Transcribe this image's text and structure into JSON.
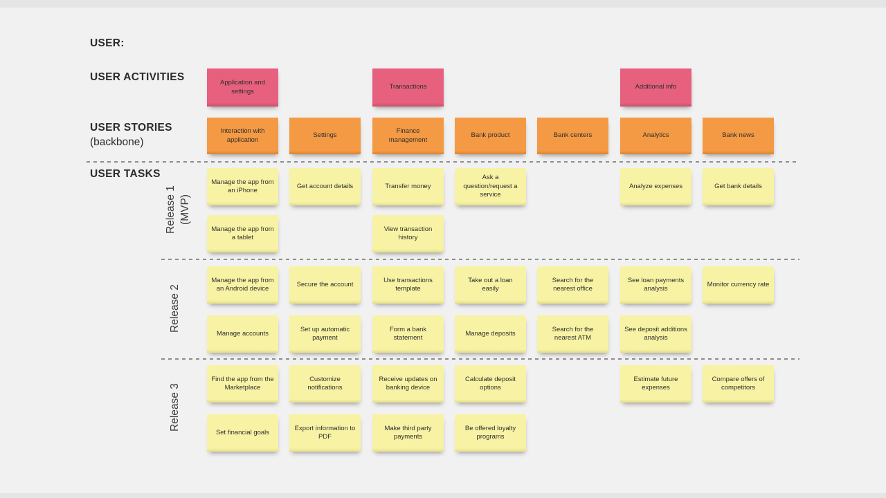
{
  "colors": {
    "surface": "#f1f1f2",
    "edge_band": "#e5e5e7",
    "activity_note": "#e7617e",
    "story_note": "#f49a44",
    "task_note": "#f8f3a4",
    "note_text": "#2e2e2e",
    "label_text": "#2b2b2b",
    "divider": "#8c8c8c"
  },
  "side_labels": {
    "user": "USER:",
    "activities": "USER ACTIVITIES",
    "stories": "USER STORIES",
    "stories_sub": "(backbone)",
    "tasks": "USER TASKS"
  },
  "activities": [
    {
      "col": 0,
      "label": "Application and settings"
    },
    {
      "col": 2,
      "label": "Transactions"
    },
    {
      "col": 5,
      "label": "Additional info"
    }
  ],
  "stories": [
    "Interaction with application",
    "Settings",
    "Finance management",
    "Bank product",
    "Bank centers",
    "Analytics",
    "Bank news"
  ],
  "releases": [
    {
      "label_lines": [
        "Release 1",
        "(MVP)"
      ],
      "rows": [
        [
          {
            "col": 0,
            "text": "Manage the app from an iPhone"
          },
          {
            "col": 1,
            "text": "Get account details"
          },
          {
            "col": 2,
            "text": "Transfer money"
          },
          {
            "col": 3,
            "text": "Ask a question/request a service"
          },
          {
            "col": 5,
            "text": "Analyze expenses"
          },
          {
            "col": 6,
            "text": "Get bank details"
          }
        ],
        [
          {
            "col": 0,
            "text": "Manage the app from a tablet"
          },
          {
            "col": 2,
            "text": "View transaction history"
          }
        ]
      ]
    },
    {
      "label_lines": [
        "Release 2"
      ],
      "rows": [
        [
          {
            "col": 0,
            "text": "Manage the app from an Android device"
          },
          {
            "col": 1,
            "text": "Secure the account"
          },
          {
            "col": 2,
            "text": "Use transactions template"
          },
          {
            "col": 3,
            "text": "Take out a loan easily"
          },
          {
            "col": 4,
            "text": "Search for the nearest office"
          },
          {
            "col": 5,
            "text": "See loan payments analysis"
          },
          {
            "col": 6,
            "text": "Monitor currency rate"
          }
        ],
        [
          {
            "col": 0,
            "text": "Manage accounts"
          },
          {
            "col": 1,
            "text": "Set up automatic payment"
          },
          {
            "col": 2,
            "text": "Form a bank statement"
          },
          {
            "col": 3,
            "text": "Manage deposits"
          },
          {
            "col": 4,
            "text": "Search for the nearest ATM"
          },
          {
            "col": 5,
            "text": "See deposit additions analysis"
          }
        ]
      ]
    },
    {
      "label_lines": [
        "Release 3"
      ],
      "rows": [
        [
          {
            "col": 0,
            "text": "Find the app from the Marketplace"
          },
          {
            "col": 1,
            "text": "Customize notifications"
          },
          {
            "col": 2,
            "text": "Receive updates on banking device"
          },
          {
            "col": 3,
            "text": "Calculate deposit options"
          },
          {
            "col": 5,
            "text": "Estimate future expenses"
          },
          {
            "col": 6,
            "text": "Compare offers of competitors"
          }
        ],
        [
          {
            "col": 0,
            "text": "Set financial goals"
          },
          {
            "col": 1,
            "text": "Export information to PDF"
          },
          {
            "col": 2,
            "text": "Make third party payments"
          },
          {
            "col": 3,
            "text": "Be offered loyalty programs"
          }
        ]
      ]
    }
  ]
}
